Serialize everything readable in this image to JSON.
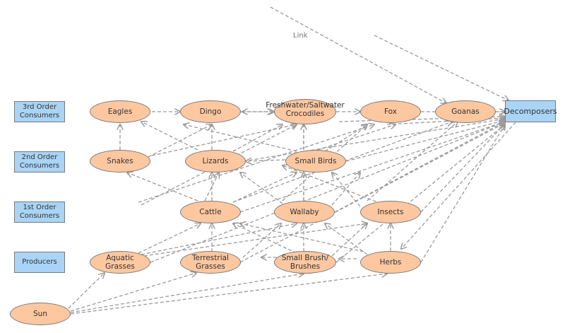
{
  "levels": [
    {
      "id": "lvl3",
      "label": "3rd Order\nConsumers"
    },
    {
      "id": "lvl2",
      "label": "2nd Order\nConsumers"
    },
    {
      "id": "lvl1",
      "label": "1st Order\nConsumers"
    },
    {
      "id": "lvl0",
      "label": "Producers"
    }
  ],
  "decomposers": {
    "label": "Decomposers"
  },
  "organisms": {
    "eagles": "Eagles",
    "dingo": "Dingo",
    "crocodiles": "Freshwater/Saltwater\nCrocodiles",
    "fox": "Fox",
    "goanas": "Goanas",
    "snakes": "Snakes",
    "lizards": "Lizards",
    "small_birds": "Small Birds",
    "cattle": "Cattle",
    "wallaby": "Wallaby",
    "insects": "Insects",
    "aquatic_grasses": "Aquatic Grasses",
    "terrestrial_grasses": "Terrestrial\nGrasses",
    "small_brush": "Small Brush/\nBrushes",
    "herbs": "Herbs",
    "sun": "Sun"
  },
  "link_label": "Link",
  "colors": {
    "organism_fill": "#fdc7a0",
    "level_fill": "#a9d4f5",
    "outline": "#7a7a7a",
    "arrow": "#9a9a9a"
  }
}
